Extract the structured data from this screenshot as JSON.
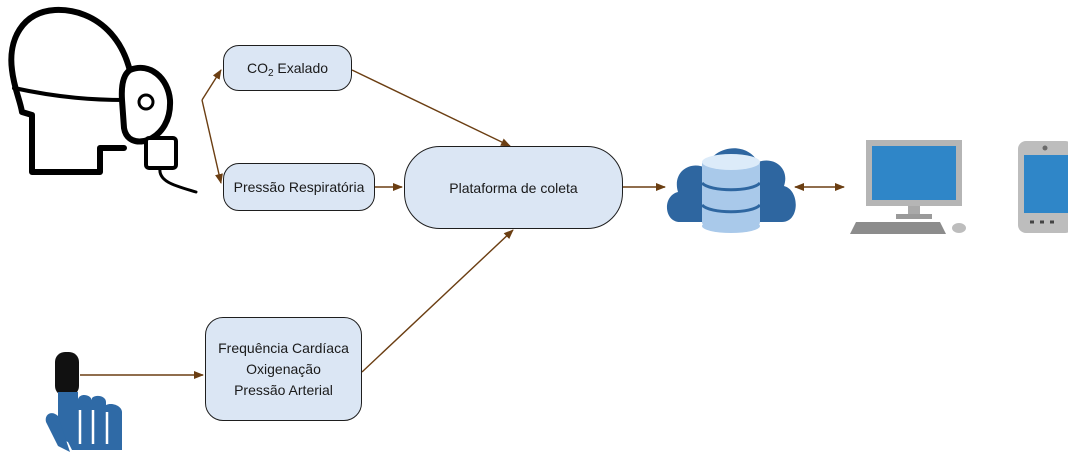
{
  "nodes": {
    "co2": {
      "label_main": "CO",
      "label_sub": "2",
      "label_rest": " Exalado"
    },
    "pressure": {
      "label": "Pressão Respiratória"
    },
    "platform": {
      "label": "Plataforma de coleta"
    },
    "vitals": {
      "lines": [
        "Frequência Cardíaca",
        "Oxigenação",
        "Pressão Arterial"
      ]
    }
  },
  "icons": {
    "patient": "head-with-oxygen-mask-icon",
    "finger": "finger-pulse-oximeter-icon",
    "cloud": "cloud-database-icon",
    "desktop": "desktop-computer-icon",
    "tablet": "tablet-icon"
  },
  "colors": {
    "node_fill": "#dbe6f4",
    "arrow": "#6b3e12",
    "icon_blue": "#2f6aa6",
    "icon_gray": "#bdbdbd"
  }
}
